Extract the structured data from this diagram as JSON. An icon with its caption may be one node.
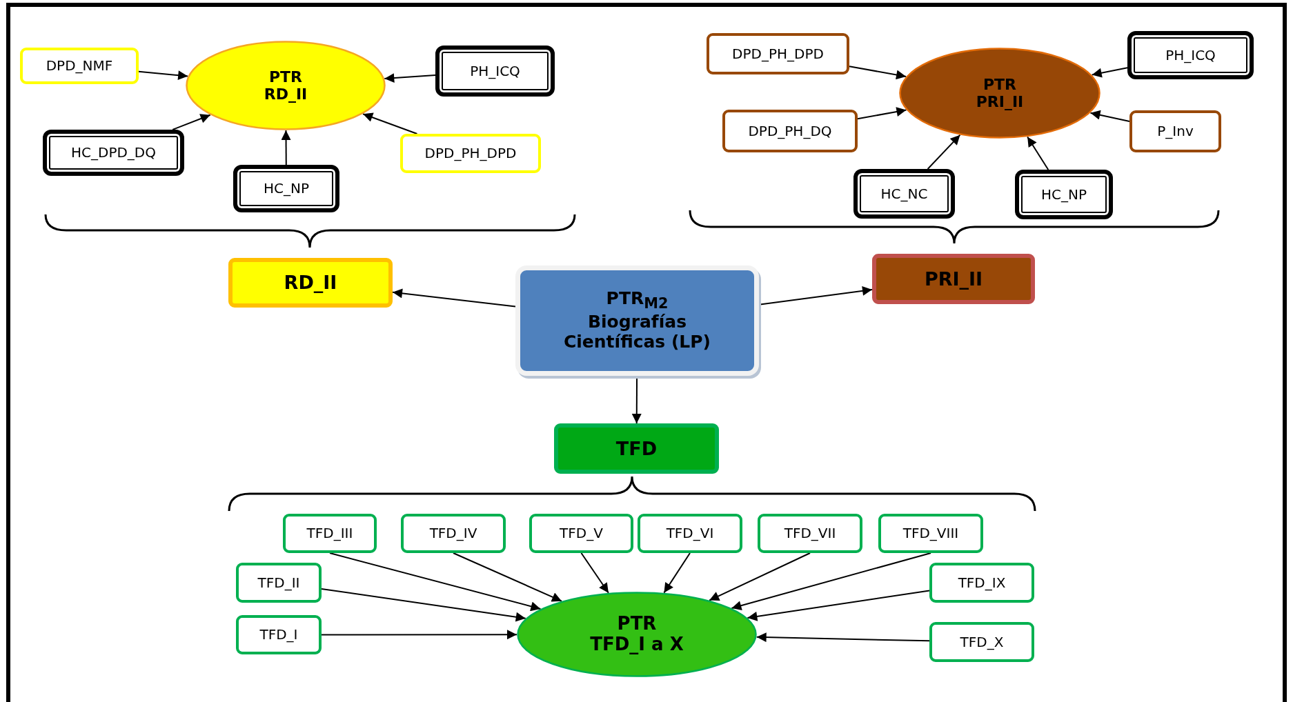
{
  "diagram": {
    "nodes": [
      {
        "text": [
          "DPD_NMF"
        ]
      },
      {
        "text": [
          "PTR RD_II"
        ]
      },
      {
        "text": [
          "PH_ICQ"
        ]
      },
      {
        "text": [
          "HC_DPD_DQ"
        ]
      },
      {
        "text": [
          "HC_NP"
        ]
      },
      {
        "text": [
          "DPD_PH_DPD"
        ]
      },
      {
        "text": [
          "DPD_PH_DPD"
        ]
      },
      {
        "text": [
          "PTR PRI_II"
        ]
      },
      {
        "text": [
          "PH_ICQ"
        ]
      },
      {
        "text": [
          "DPD_PH_DQ"
        ]
      },
      {
        "text": [
          "P_Inv"
        ]
      },
      {
        "text": [
          "HC_NC"
        ]
      },
      {
        "text": [
          "HC_NP"
        ]
      },
      {
        "text": [
          "RD_II"
        ]
      },
      {
        "text": [
          "PTR$_{M2}$ Biografías Científicas (LP)"
        ]
      },
      {
        "text": [
          "PRI_II"
        ]
      },
      {
        "text": [
          "TFD"
        ]
      },
      {
        "text": [
          "TFD_III"
        ]
      },
      {
        "text": [
          "TFD_IV"
        ]
      },
      {
        "text": [
          "TFD_V"
        ]
      },
      {
        "text": [
          "TFD_VI"
        ]
      },
      {
        "text": [
          "TFD_VII"
        ]
      },
      {
        "text": [
          "TFD_VIII"
        ]
      },
      {
        "text": [
          "TFD_II"
        ]
      },
      {
        "text": [
          "TFD_IX"
        ]
      },
      {
        "text": [
          "TFD_I"
        ]
      },
      {
        "text": [
          "TFD_X"
        ]
      },
      {
        "text": [
          "PTR TFD_I a X"
        ]
      }
    ],
    "edges": [
      {
        "from": 0,
        "to": 1,
        "arrow": "to"
      },
      {
        "from": 2,
        "to": 1,
        "arrow": "to"
      },
      {
        "from": 3,
        "to": 1,
        "arrow": "to"
      },
      {
        "from": 4,
        "to": 1,
        "arrow": "to"
      },
      {
        "from": 5,
        "to": 1,
        "arrow": "to"
      },
      {
        "from": 6,
        "to": 7,
        "arrow": "to"
      },
      {
        "from": 8,
        "to": 7,
        "arrow": "to"
      },
      {
        "from": 9,
        "to": 7,
        "arrow": "to"
      },
      {
        "from": 10,
        "to": 7,
        "arrow": "to"
      },
      {
        "from": 11,
        "to": 7,
        "arrow": "to"
      },
      {
        "from": 12,
        "to": 7,
        "arrow": "to"
      },
      {
        "from": 14,
        "to": 13,
        "arrow": "to"
      },
      {
        "from": 14,
        "to": 15,
        "arrow": "to"
      },
      {
        "from": 14,
        "to": 16,
        "arrow": "to"
      },
      {
        "from": 17,
        "to": 27,
        "arrow": "to"
      },
      {
        "from": 18,
        "to": 27,
        "arrow": "to"
      },
      {
        "from": 19,
        "to": 27,
        "arrow": "to"
      },
      {
        "from": 20,
        "to": 27,
        "arrow": "to"
      },
      {
        "from": 21,
        "to": 27,
        "arrow": "to"
      },
      {
        "from": 22,
        "to": 27,
        "arrow": "to"
      },
      {
        "from": 23,
        "to": 27,
        "arrow": "to"
      },
      {
        "from": 24,
        "to": 27,
        "arrow": "to"
      },
      {
        "from": 25,
        "to": 27,
        "arrow": "to"
      },
      {
        "from": 26,
        "to": 27,
        "arrow": "to"
      }
    ]
  }
}
